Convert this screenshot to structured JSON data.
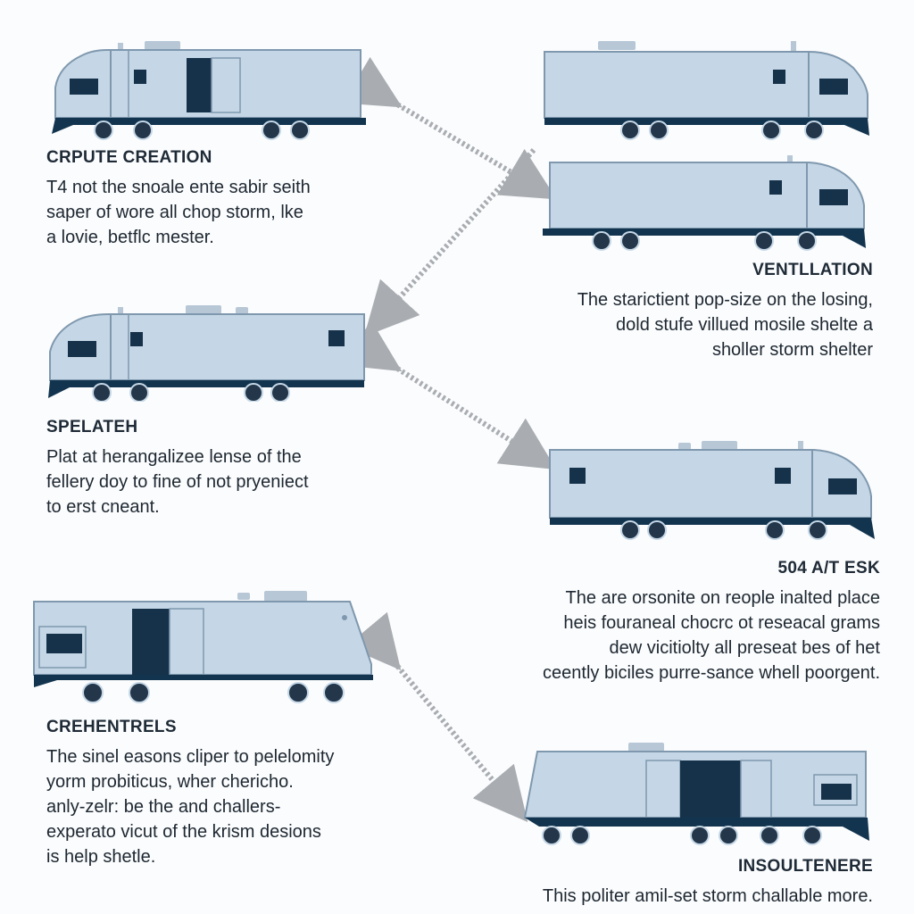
{
  "colors": {
    "body": "#c5d7e6",
    "body_stroke": "#7f98ae",
    "dark": "#12344f",
    "window": "#16324a",
    "wheel": "#23364a",
    "arrow": "#a9adb2"
  },
  "sections": [
    {
      "id": "crpute",
      "heading": "CRPUTE CREATION",
      "lines": [
        "T4 not the snoale ente sabir seith",
        "saper of wore all chop storm, lke",
        "a lovie, betflc mester."
      ]
    },
    {
      "id": "ventilation",
      "heading": "VENTLLATION",
      "lines": [
        "The starictient pop-size on the losing,",
        "dold stufe villued mosile shelte a",
        "sholler storm shelter"
      ]
    },
    {
      "id": "spelateh",
      "heading": "SPELATEH",
      "lines": [
        "Plat at herangalizee lense of the",
        "fellery doy to fine of not pryeniect",
        "to erst cneant."
      ]
    },
    {
      "id": "ask",
      "heading": "504 A/T ESK",
      "lines": [
        "The are orsonite on reople inalted place",
        "heis fouraneal chocrc ot reseacal grams",
        "dew vicitiolty all preseat bes of het",
        "ceently biciles purre-sance whell poorgent."
      ]
    },
    {
      "id": "crehentrels",
      "heading": "CREHENTRELS",
      "lines": [
        "The sinel easons cliper to pelelomity",
        "yorm probiticus, wher chericho.",
        "anly-zelr: be the and challers-",
        "experato vicut of the krism desions",
        "is help shetle."
      ]
    },
    {
      "id": "insoultenere",
      "heading": "INSOULTENERE",
      "lines": [
        "This politer amil-set storm challable more."
      ]
    }
  ]
}
